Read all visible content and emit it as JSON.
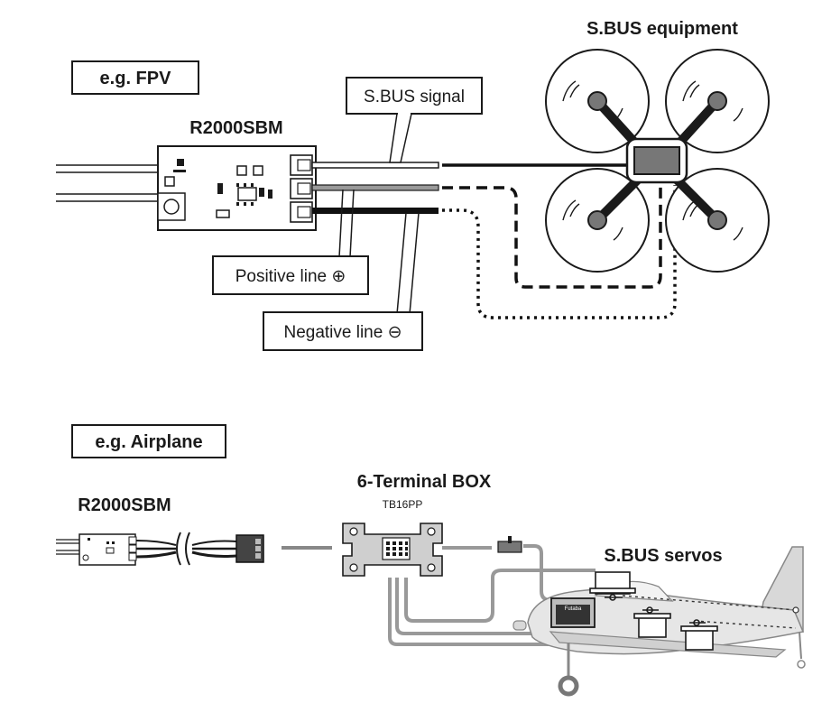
{
  "fpv": {
    "example_label": "e.g. FPV",
    "receiver_label": "R2000SBM",
    "equipment_label": "S.BUS equipment",
    "signal_label": "S.BUS signal",
    "positive_label": "Positive line ⊕",
    "negative_label": "Negative line ⊖"
  },
  "airplane": {
    "example_label": "e.g. Airplane",
    "receiver_label": "R2000SBM",
    "box_label": "6-Terminal BOX",
    "box_model": "TB16PP",
    "servos_label": "S.BUS servos",
    "receiver_brand": "Futaba"
  }
}
